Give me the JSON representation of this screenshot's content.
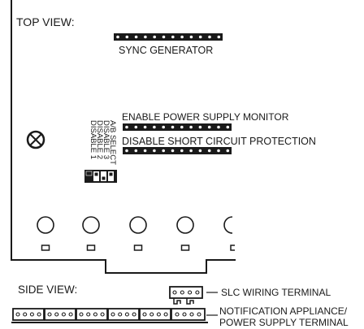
{
  "top_view": {
    "title": "TOP VIEW:",
    "sync_generator_label": "SYNC GENERATOR",
    "enable_power_supply_label": "ENABLE POWER SUPPLY MONITOR",
    "disable_short_circuit_label": "DISABLE SHORT CIRCUIT PROTECTION",
    "dip_labels": [
      "DISABLE 1",
      "DISABLE 2",
      "DISABLE 3",
      "A/B SELECT"
    ],
    "led_count": 5
  },
  "side_view": {
    "title": "SIDE VIEW:",
    "slc_label": "SLC WIRING TERMINAL",
    "notification_label_line1": "NOTIFICATION APPLIANCE/",
    "notification_label_line2": "POWER SUPPLY TERMINAL"
  },
  "colors": {
    "ink": "#1a1a1a",
    "background": "#ffffff"
  }
}
